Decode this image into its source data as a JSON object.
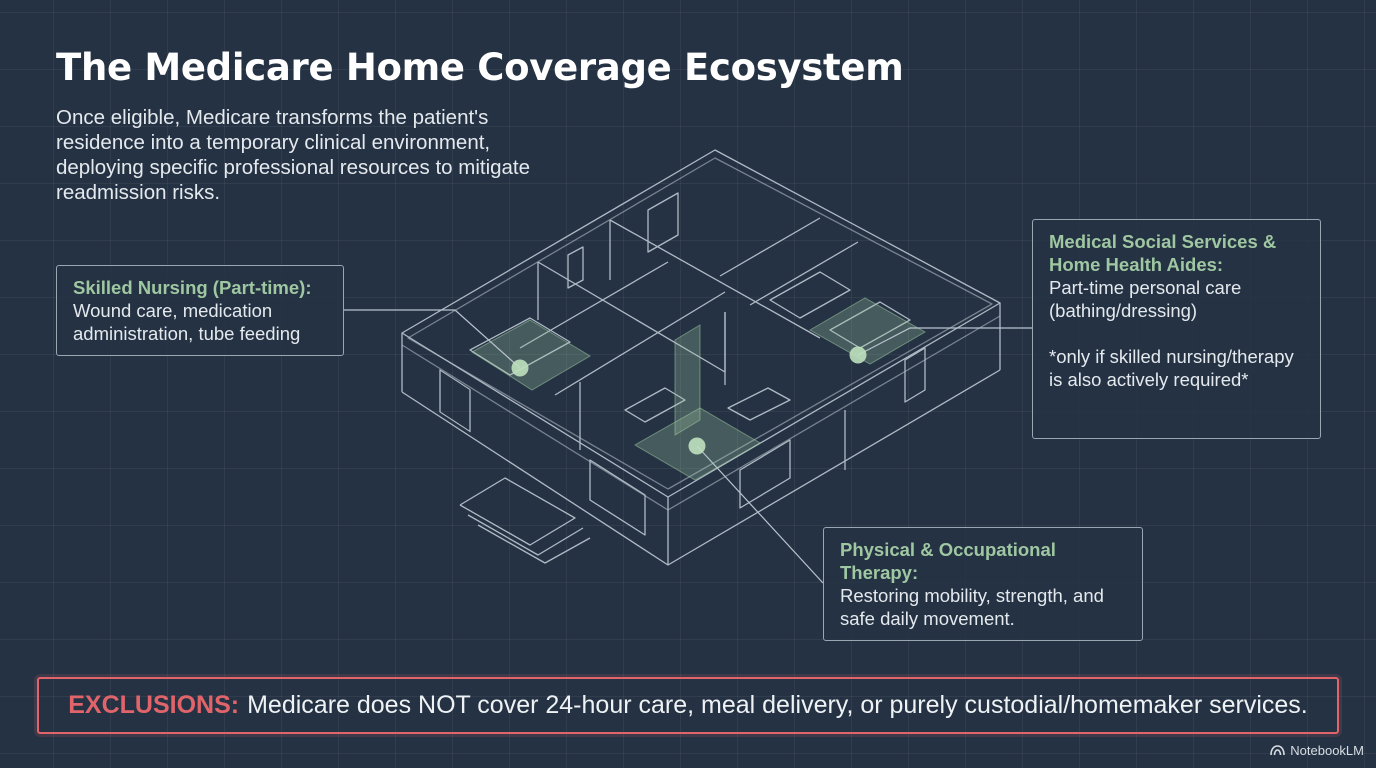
{
  "title": "The Medicare Home Coverage Ecosystem",
  "intro": "Once eligible, Medicare transforms the patient's residence into a temporary clinical environment, deploying specific professional resources to mitigate readmission risks.",
  "callouts": {
    "nursing": {
      "title": "Skilled Nursing (Part-time):",
      "body": "Wound care, medication administration, tube feeding"
    },
    "social": {
      "title": "Medical Social Services & Home Health Aides:",
      "body": "Part-time personal care (bathing/dressing)",
      "note": "*only if skilled nursing/therapy is also actively required*"
    },
    "therapy": {
      "title": "Physical & Occupational Therapy:",
      "body": "Restoring mobility, strength, and safe daily movement."
    }
  },
  "exclusions": {
    "label": "EXCLUSIONS:",
    "text": "Medicare does NOT cover 24-hour care, meal delivery, or purely custodial/homemaker services."
  },
  "brand": {
    "name": "NotebookLM",
    "icon": "notebooklm-logo-icon"
  },
  "colors": {
    "background": "#253243",
    "accent_green": "#9fc7a1",
    "exclusion_red": "#e0646a",
    "wireframe": "#c8d2dc"
  }
}
